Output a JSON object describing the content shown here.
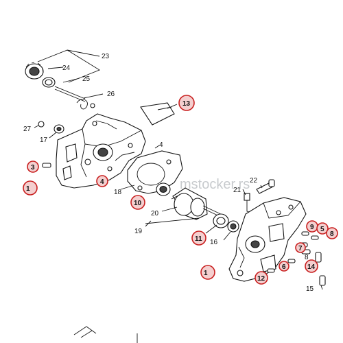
{
  "diagram": {
    "watermark": "mstocker.rs",
    "labels": {
      "l23": "23",
      "l24": "24",
      "l25": "25",
      "l26": "26",
      "l27": "27",
      "l17": "17",
      "l3": "3",
      "l1a": "1",
      "l4": "4",
      "l18": "18",
      "l13": "13",
      "l10": "10",
      "l20": "20",
      "l19": "19",
      "l21": "21",
      "l22": "22",
      "l11": "11",
      "l16": "16",
      "l9": "9",
      "l5": "5",
      "l8": "8",
      "l7": "7",
      "l14": "14",
      "l6": "6",
      "l12": "12",
      "l1b": "1",
      "l15": "15"
    },
    "colors": {
      "highlight_ring": "#c81e1e",
      "highlight_fill": "#f4cfcf",
      "ink": "#111111"
    }
  }
}
